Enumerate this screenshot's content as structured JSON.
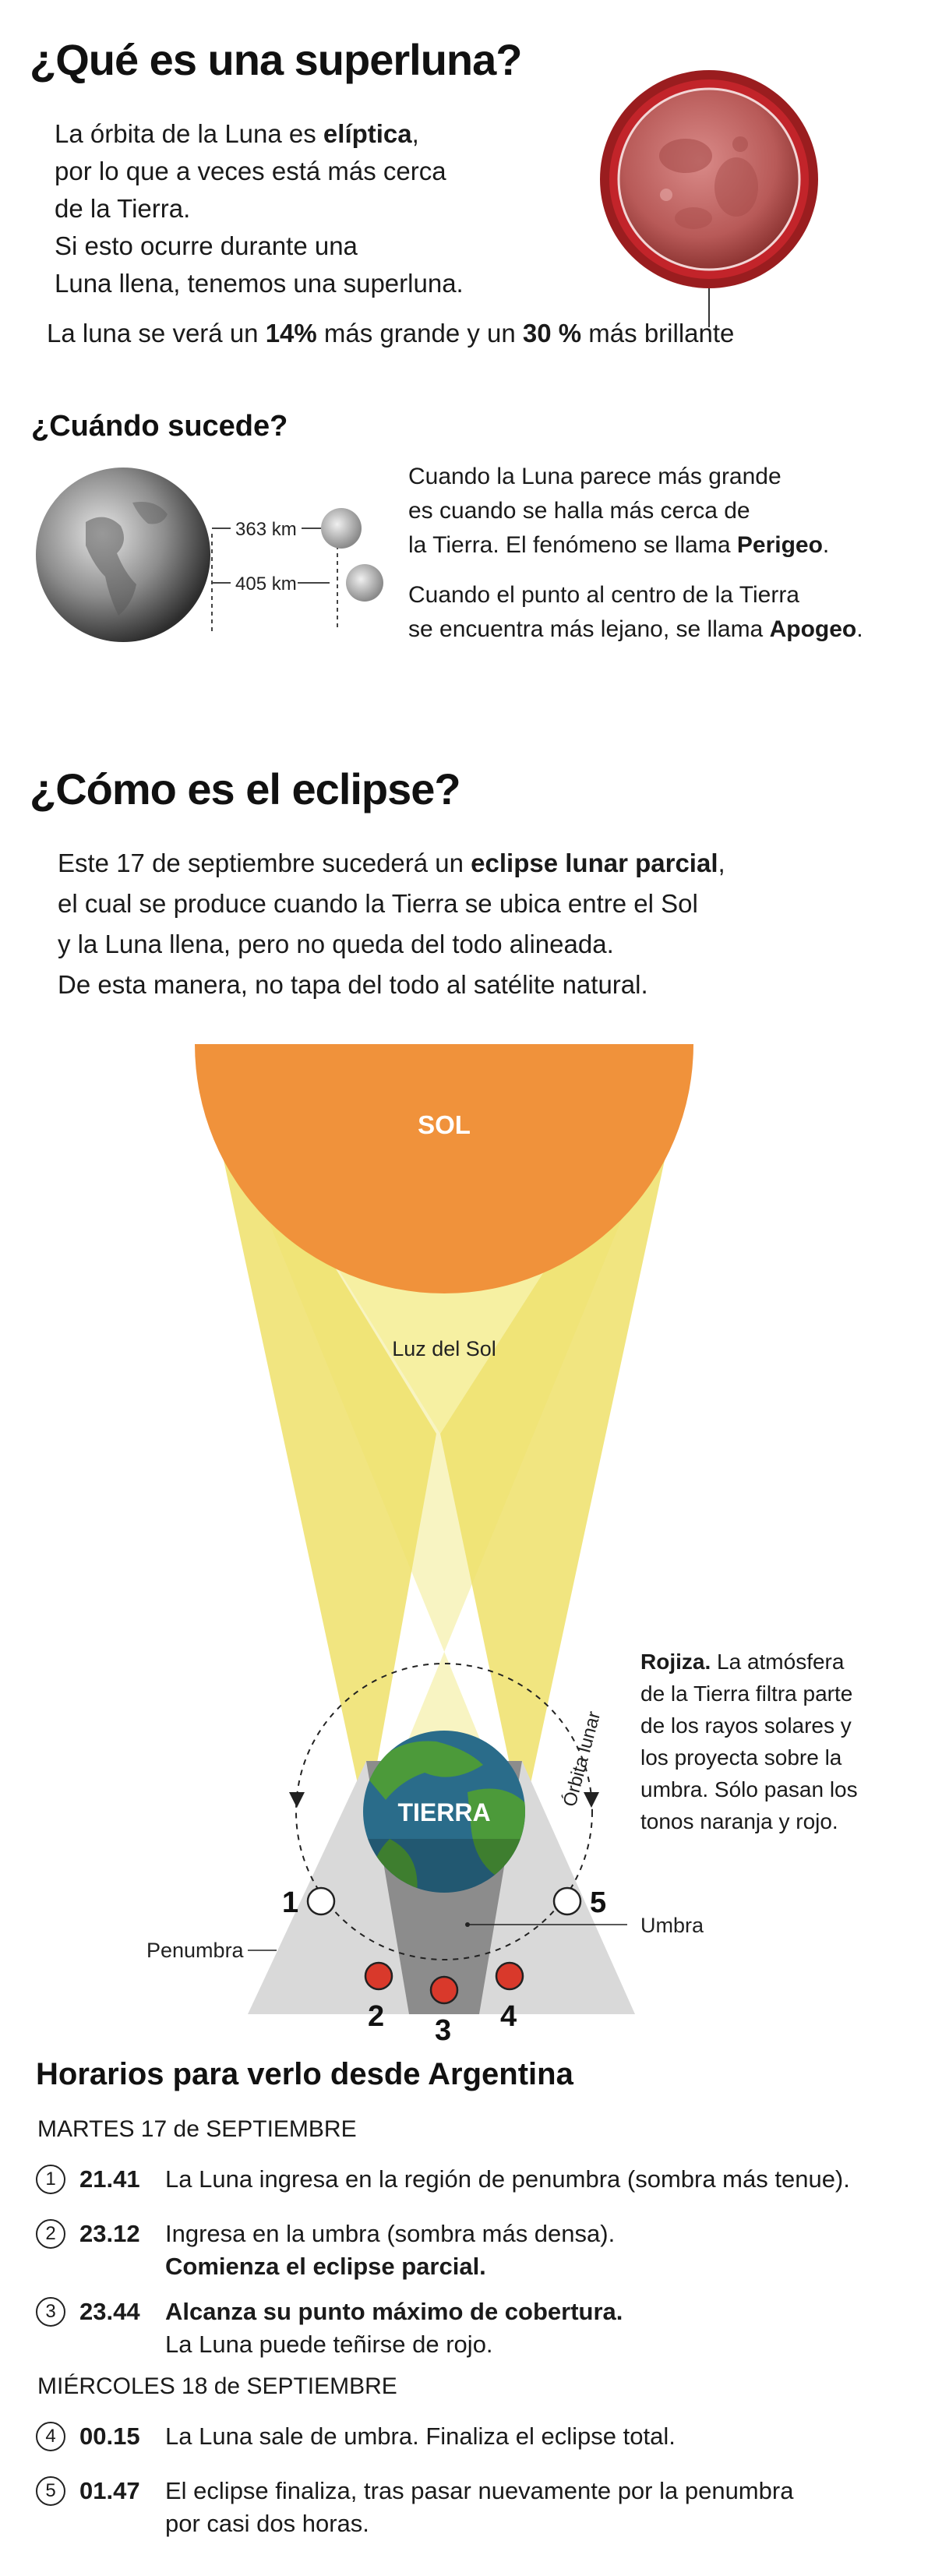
{
  "section1": {
    "title": "¿Qué es una superluna?",
    "text_lines": [
      {
        "pre": "La órbita de la Luna es ",
        "bold": "elíptica",
        "post": ","
      },
      {
        "pre": "por lo que a veces está más cerca",
        "bold": "",
        "post": ""
      },
      {
        "pre": "de la Tierra.",
        "bold": "",
        "post": ""
      },
      {
        "pre": "Si esto ocurre durante una",
        "bold": "",
        "post": ""
      },
      {
        "pre": "Luna llena, tenemos una superluna.",
        "bold": "",
        "post": ""
      }
    ],
    "stat": {
      "pre": "La luna se verá un ",
      "v1": "14%",
      "mid": " más grande y un ",
      "v2": "30 %",
      "post": " más brillante"
    }
  },
  "section2": {
    "title": "¿Cuándo sucede?",
    "dist_perigee": "363 km",
    "dist_apogee": "405 km",
    "para1": {
      "line1": "Cuando la Luna parece más grande",
      "line2": "es cuando se  halla más cerca de",
      "line3_pre": "la Tierra. El fenómeno se llama ",
      "line3_bold": "Perigeo",
      "line3_post": "."
    },
    "para2": {
      "line1": "Cuando el punto al centro de la Tierra",
      "line2_pre": "se encuentra más lejano, se llama ",
      "line2_bold": "Apogeo",
      "line2_post": "."
    }
  },
  "section3": {
    "title": "¿Cómo es el eclipse?",
    "line1_pre": "Este 17 de septiembre sucederá un ",
    "line1_bold": "eclipse lunar parcial",
    "line1_post": ",",
    "line2": "el cual se produce cuando la Tierra se ubica entre el Sol",
    "line3": "y la Luna llena, pero no queda del todo alineada.",
    "line4": "De esta manera, no tapa del todo al satélite natural."
  },
  "diagram": {
    "sun_label": "SOL",
    "light_label": "Luz del Sol",
    "earth_label": "TIERRA",
    "orbit_label": "Órbita lunar",
    "umbra_label": "Umbra",
    "penumbra_label": "Penumbra",
    "positions": [
      "1",
      "2",
      "3",
      "4",
      "5"
    ],
    "note_bold": "Rojiza.",
    "note_lines": [
      "La atmósfera",
      "de la Tierra filtra parte",
      "de los rayos solares y",
      "los proyecta sobre la",
      "umbra. Sólo pasan los",
      "tonos naranja y rojo."
    ],
    "colors": {
      "sun": "#f0923b",
      "light": "#f3eb8f",
      "umbra": "#8c8c8c",
      "penumbra": "#d9d9d9",
      "moon_eclipsed": "#d9392b",
      "ocean": "#2a6c8a",
      "land": "#4c9a3a"
    }
  },
  "schedule": {
    "title": "Horarios para verlo desde Argentina",
    "day1": "MARTES 17 de SEPTIEMBRE",
    "day2": "MIÉRCOLES 18 de SEPTIEMBRE",
    "items": [
      {
        "n": "1",
        "time": "21.41",
        "text": "La Luna ingresa en la región de penumbra (sombra más tenue).",
        "text2": "",
        "bold_first": false
      },
      {
        "n": "2",
        "time": "23.12",
        "text": "Ingresa en la umbra (sombra más densa).",
        "text2": "Comienza el eclipse parcial.",
        "bold_first": false
      },
      {
        "n": "3",
        "time": "23.44",
        "text": "Alcanza su punto máximo de cobertura.",
        "text2": "La Luna puede teñirse de rojo.",
        "bold_first": true
      },
      {
        "n": "4",
        "time": "00.15",
        "text": "La Luna sale de umbra. Finaliza el eclipse total.",
        "text2": "",
        "bold_first": false
      },
      {
        "n": "5",
        "time": "01.47",
        "text": "El eclipse finaliza, tras pasar nuevamente por la penumbra",
        "text2": "por casi dos horas.",
        "bold_first": false
      }
    ]
  }
}
